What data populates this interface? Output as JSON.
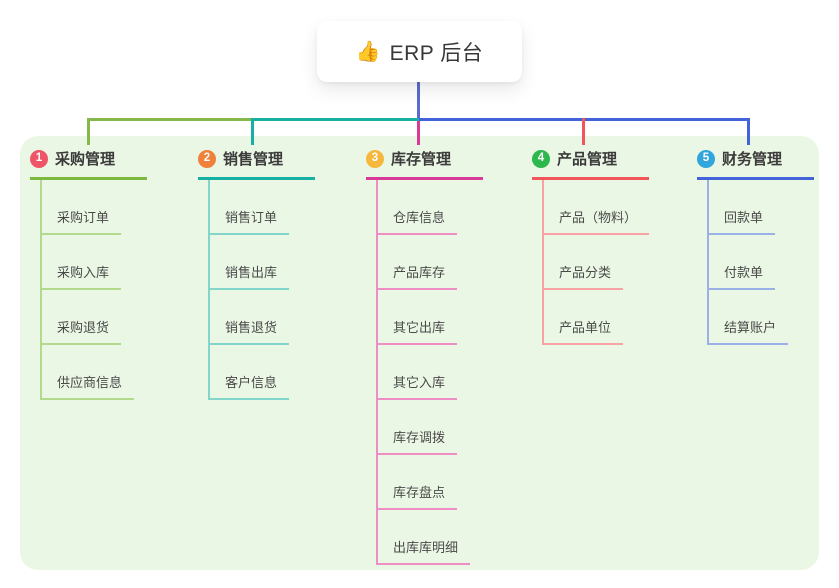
{
  "root": {
    "icon": "👍",
    "label": "ERP 后台"
  },
  "panel": {
    "background": "#ebf7e5"
  },
  "connector_colors": {
    "root_line": "#5c6bce",
    "left_outer": "#85b84b",
    "left_inner": "#18b0a2",
    "right": "#4364d8",
    "drop_1": "#85b84b",
    "drop_2": "#18b0a2",
    "drop_3": "#d83a97",
    "drop_4": "#f2555a",
    "drop_5": "#4364d8"
  },
  "branches": [
    {
      "index": "1",
      "label": "采购管理",
      "badge_color": "#ee5566",
      "line_color": "#7cb93e",
      "sub_line_color": "#b3d98c",
      "children": [
        "采购订单",
        "采购入库",
        "采购退货",
        "供应商信息"
      ]
    },
    {
      "index": "2",
      "label": "销售管理",
      "badge_color": "#f0813a",
      "line_color": "#18b0a2",
      "sub_line_color": "#82d5c9",
      "children": [
        "销售订单",
        "销售出库",
        "销售退货",
        "客户信息"
      ]
    },
    {
      "index": "3",
      "label": "库存管理",
      "badge_color": "#f5b73c",
      "line_color": "#d83a97",
      "sub_line_color": "#ef8ec4",
      "children": [
        "仓库信息",
        "产品库存",
        "其它出库",
        "其它入库",
        "库存调拨",
        "库存盘点",
        "出库库明细"
      ]
    },
    {
      "index": "4",
      "label": "产品管理",
      "badge_color": "#2cb84c",
      "line_color": "#f2555a",
      "sub_line_color": "#f7a3a5",
      "children": [
        "产品（物料）",
        "产品分类",
        "产品单位"
      ]
    },
    {
      "index": "5",
      "label": "财务管理",
      "badge_color": "#31a6dd",
      "line_color": "#4364d8",
      "sub_line_color": "#9ab1e8",
      "children": [
        "回款单",
        "付款单",
        "结算账户"
      ]
    }
  ]
}
